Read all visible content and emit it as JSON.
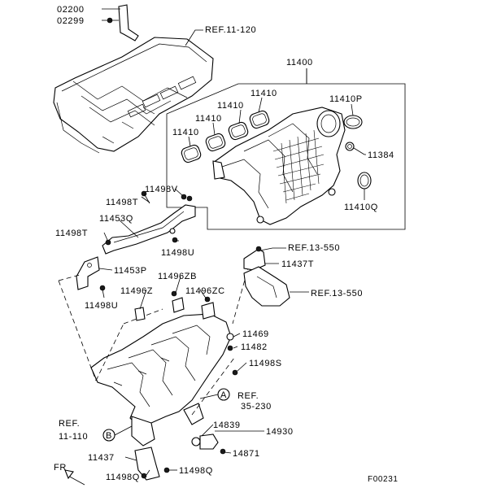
{
  "diagram": {
    "part_labels": {
      "p02200": "02200",
      "p02299": "02299",
      "ref_11_120": "REF.11-120",
      "p11400": "11400",
      "p11410_a": "11410",
      "p11410_b": "11410",
      "p11410_c": "11410",
      "p11410_d": "11410",
      "p11410p": "11410P",
      "p11384": "11384",
      "p11410q": "11410Q",
      "p11498v": "11498V",
      "p11498t_a": "11498T",
      "p11453q": "11453Q",
      "p11498t_b": "11498T",
      "p11498u_a": "11498U",
      "ref_13_550_a": "REF.13-550",
      "p11437t": "11437T",
      "p11453p": "11453P",
      "p11496zb": "11496ZB",
      "p11496z": "11496Z",
      "p11496zc": "11496ZC",
      "ref_13_550_b": "REF.13-550",
      "p11498u_b": "11498U",
      "p11469": "11469",
      "p11482": "11482",
      "p11498s": "11498S",
      "ref_35_230_a": "REF.",
      "ref_35_230_b": "35-230",
      "ref_11_110_a": "REF.",
      "ref_11_110_b": "11-110",
      "p14839": "14839",
      "p14930": "14930",
      "p14871": "14871",
      "p11437": "11437",
      "p11498q_a": "11498Q",
      "p11498q_b": "11498Q",
      "callout_a": "A",
      "callout_b": "B",
      "fr_label": "FR",
      "figure_code": "F00231"
    }
  }
}
